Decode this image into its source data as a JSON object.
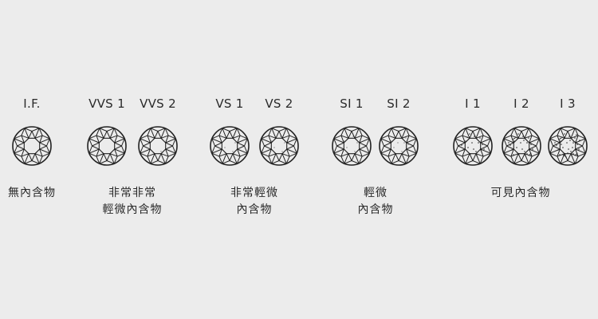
{
  "grades": [
    {
      "id": "if",
      "label": "I.F.",
      "inclusions": 0
    },
    {
      "id": "vvs1",
      "label": "VVS 1",
      "inclusions": 1
    },
    {
      "id": "vvs2",
      "label": "VVS 2",
      "inclusions": 2
    },
    {
      "id": "vs1",
      "label": "VS 1",
      "inclusions": 3
    },
    {
      "id": "vs2",
      "label": "VS 2",
      "inclusions": 4
    },
    {
      "id": "si1",
      "label": "SI 1",
      "inclusions": 5
    },
    {
      "id": "si2",
      "label": "SI 2",
      "inclusions": 6
    },
    {
      "id": "i1",
      "label": "I 1",
      "inclusions": 7
    },
    {
      "id": "i2",
      "label": "I 2",
      "inclusions": 8
    },
    {
      "id": "i3",
      "label": "I 3",
      "inclusions": 9
    }
  ],
  "groups": [
    {
      "id": "flawless",
      "lines": [
        "無內含物"
      ]
    },
    {
      "id": "vvs",
      "lines": [
        "非常非常",
        "輕微內含物"
      ]
    },
    {
      "id": "vs",
      "lines": [
        "非常輕微",
        "內含物"
      ]
    },
    {
      "id": "si",
      "lines": [
        "輕微",
        "內含物"
      ]
    },
    {
      "id": "included",
      "lines": [
        "可見內含物"
      ]
    }
  ],
  "colors": {
    "background": "#ececec",
    "stroke": "#222222",
    "text": "#2a2a2a"
  }
}
